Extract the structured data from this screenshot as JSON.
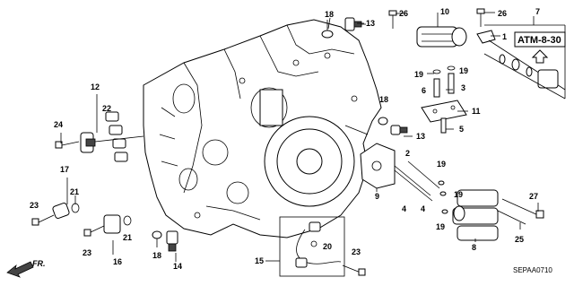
{
  "callouts": [
    {
      "id": "c18a",
      "text": "18"
    },
    {
      "id": "c13a",
      "text": "13"
    },
    {
      "id": "c26a",
      "text": "26"
    },
    {
      "id": "c10",
      "text": "10"
    },
    {
      "id": "c26b",
      "text": "26"
    },
    {
      "id": "c7",
      "text": "7"
    },
    {
      "id": "c1",
      "text": "1"
    },
    {
      "id": "c19a",
      "text": "19"
    },
    {
      "id": "c19b",
      "text": "19"
    },
    {
      "id": "c6",
      "text": "6"
    },
    {
      "id": "c3",
      "text": "3"
    },
    {
      "id": "c18b",
      "text": "18"
    },
    {
      "id": "c11",
      "text": "11"
    },
    {
      "id": "c13b",
      "text": "13"
    },
    {
      "id": "c5",
      "text": "5"
    },
    {
      "id": "c12",
      "text": "12"
    },
    {
      "id": "c24",
      "text": "24"
    },
    {
      "id": "c22",
      "text": "22"
    },
    {
      "id": "c2",
      "text": "2"
    },
    {
      "id": "c19c",
      "text": "19"
    },
    {
      "id": "c9",
      "text": "9"
    },
    {
      "id": "c4a",
      "text": "4"
    },
    {
      "id": "c4b",
      "text": "4"
    },
    {
      "id": "c19d",
      "text": "19"
    },
    {
      "id": "c27",
      "text": "27"
    },
    {
      "id": "c19e",
      "text": "19"
    },
    {
      "id": "c17",
      "text": "17"
    },
    {
      "id": "c21a",
      "text": "21"
    },
    {
      "id": "c23a",
      "text": "23"
    },
    {
      "id": "c21b",
      "text": "21"
    },
    {
      "id": "c23b",
      "text": "23"
    },
    {
      "id": "c16",
      "text": "16"
    },
    {
      "id": "c18c",
      "text": "18"
    },
    {
      "id": "c14",
      "text": "14"
    },
    {
      "id": "c20",
      "text": "20"
    },
    {
      "id": "c25",
      "text": "25"
    },
    {
      "id": "c8",
      "text": "8"
    },
    {
      "id": "c15",
      "text": "15"
    },
    {
      "id": "c23c",
      "text": "23"
    }
  ],
  "reference_box": "ATM-8-30",
  "front_label": "FR.",
  "diagram_code": "SEPAA0710",
  "colors": {
    "line": "#000000",
    "background": "#ffffff",
    "shade": "#444444"
  }
}
